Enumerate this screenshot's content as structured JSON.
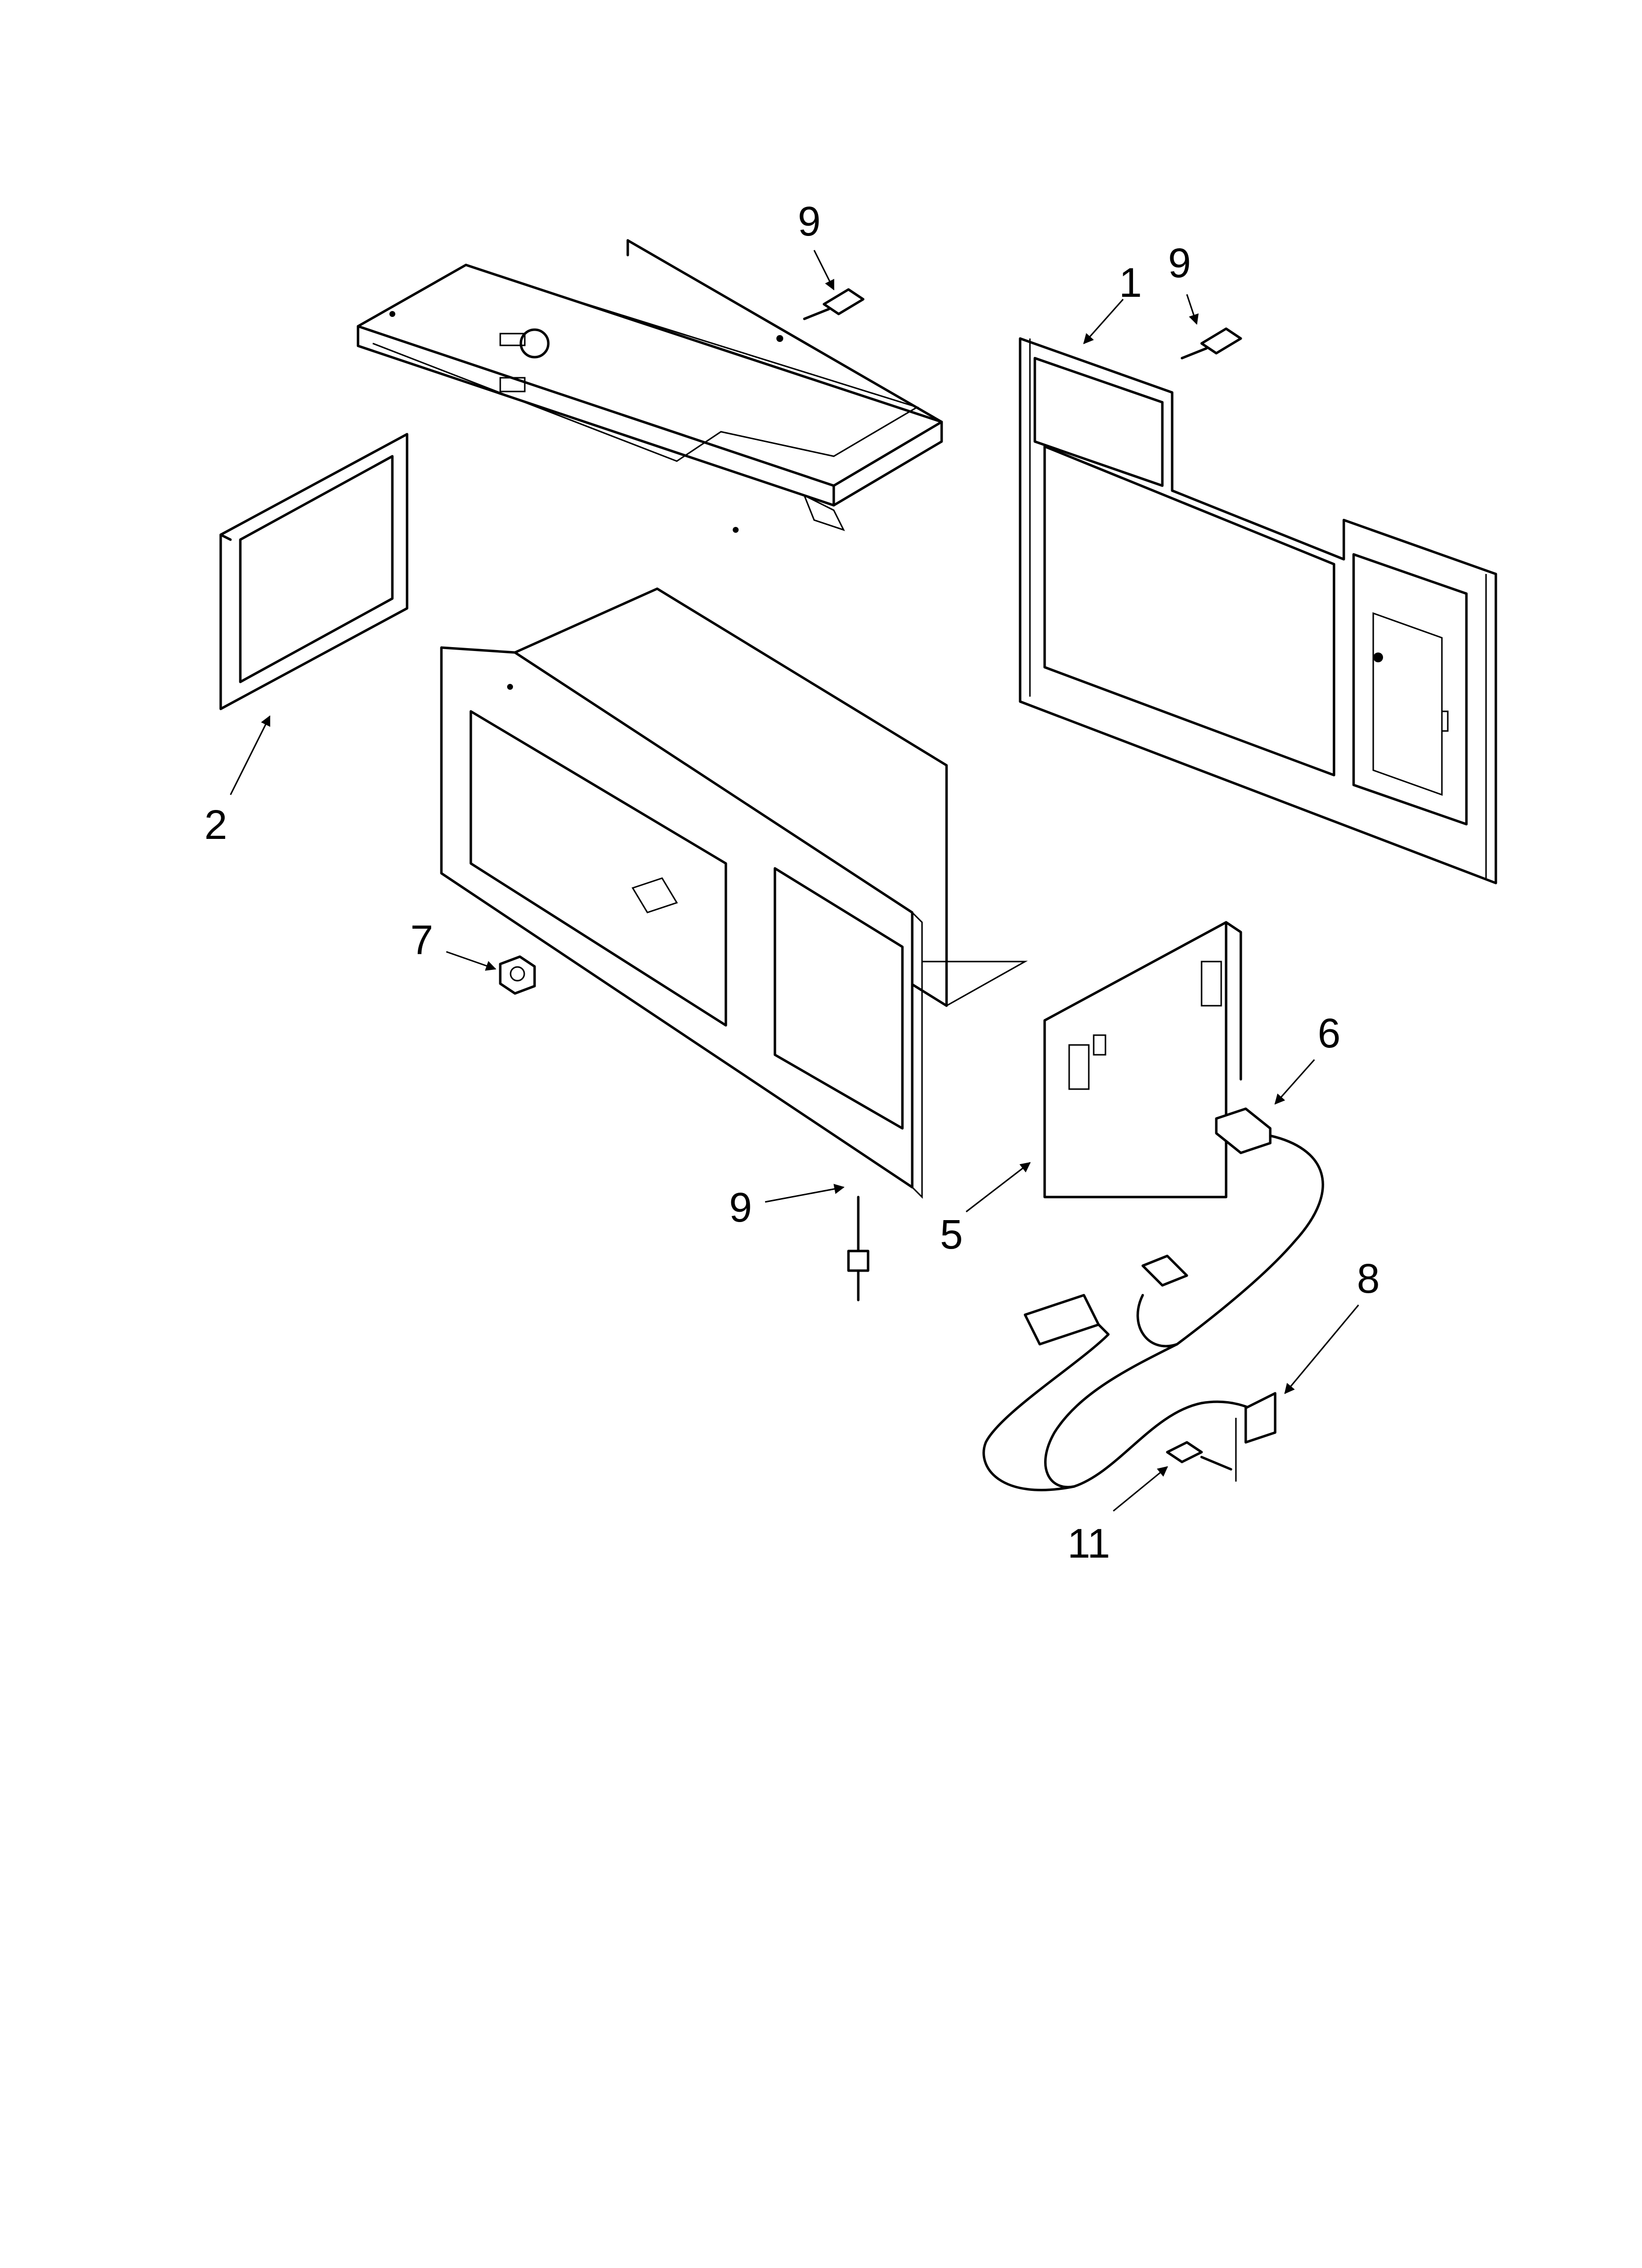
{
  "callouts": {
    "screw_top": "9",
    "back_panel": "1",
    "screw_back": "9",
    "filter_frame": "2",
    "nut": "7",
    "screw_bottom": "9",
    "side_panel": "5",
    "power_cord": "6",
    "bracket": "8",
    "screw_bracket": "11"
  }
}
